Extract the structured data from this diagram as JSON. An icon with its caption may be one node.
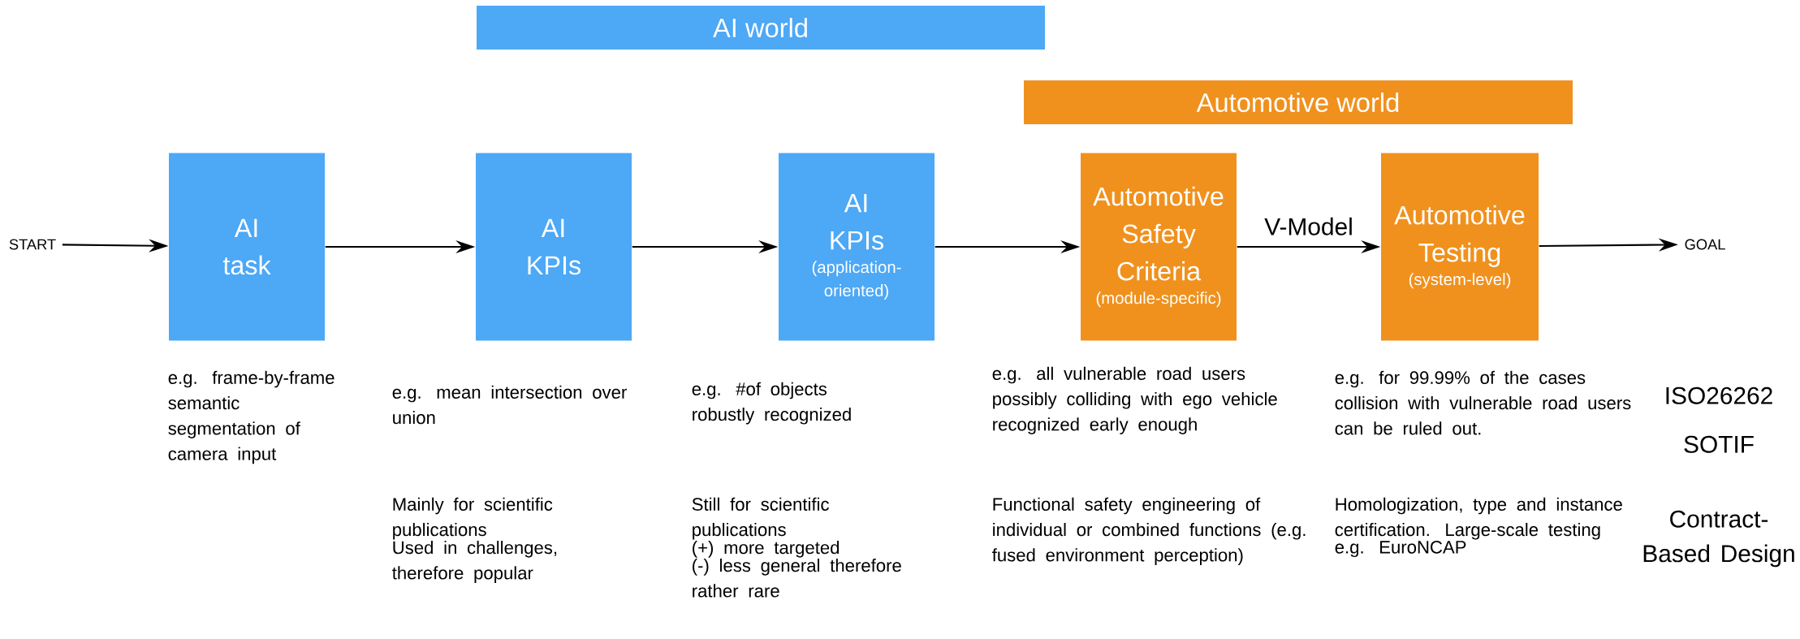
{
  "diagram": {
    "nodes": [
      {
        "text": [
          "AI world"
        ]
      },
      {
        "text": [
          "Automotive world"
        ]
      },
      {
        "text": [
          "START"
        ]
      },
      {
        "text": [
          "AI task"
        ]
      },
      {
        "text": [
          "AI KPIs"
        ]
      },
      {
        "text": [
          "AI KPIs",
          "(application-oriented)"
        ]
      },
      {
        "text": [
          "Automotive Safety Criteria",
          "(module-specific)"
        ]
      },
      {
        "text": [
          "Automotive Testing",
          "(system-level)"
        ]
      },
      {
        "text": [
          "GOAL"
        ]
      }
    ],
    "edges": [
      {
        "from": 2,
        "to": 3,
        "arrow": "to"
      },
      {
        "from": 3,
        "to": 4,
        "arrow": "to"
      },
      {
        "from": 4,
        "to": 5,
        "arrow": "to"
      },
      {
        "from": 5,
        "to": 6,
        "arrow": "to"
      },
      {
        "from": 6,
        "to": 7,
        "arrow": "to",
        "label": "V-Model"
      },
      {
        "from": 7,
        "to": 8,
        "arrow": "to"
      }
    ],
    "labels": [
      "e.g. frame-by-frame semantic segmentation of camera input",
      "e.g. mean intersection over union",
      "e.g. #of objects robustly recognized",
      "e.g. all vulnerable road users possibly colliding with ego vehicle recognized early enough",
      "e.g. for 99.99% of the cases collision with vulnerable road users can be ruled out.",
      "ISO26262",
      "SOTIF",
      "Mainly for scientific publications",
      "Used in challenges, therefore popular",
      "Still for scientific publications",
      "(+) more targeted",
      "(-) less general therefore rather rare",
      "Functional safety engineering of individual or combined functions (e.g. fused environment perception)",
      "Homologization, type and instance certification. Large-scale testing",
      "e.g. EuroNCAP",
      "Contract-Based Design"
    ]
  }
}
